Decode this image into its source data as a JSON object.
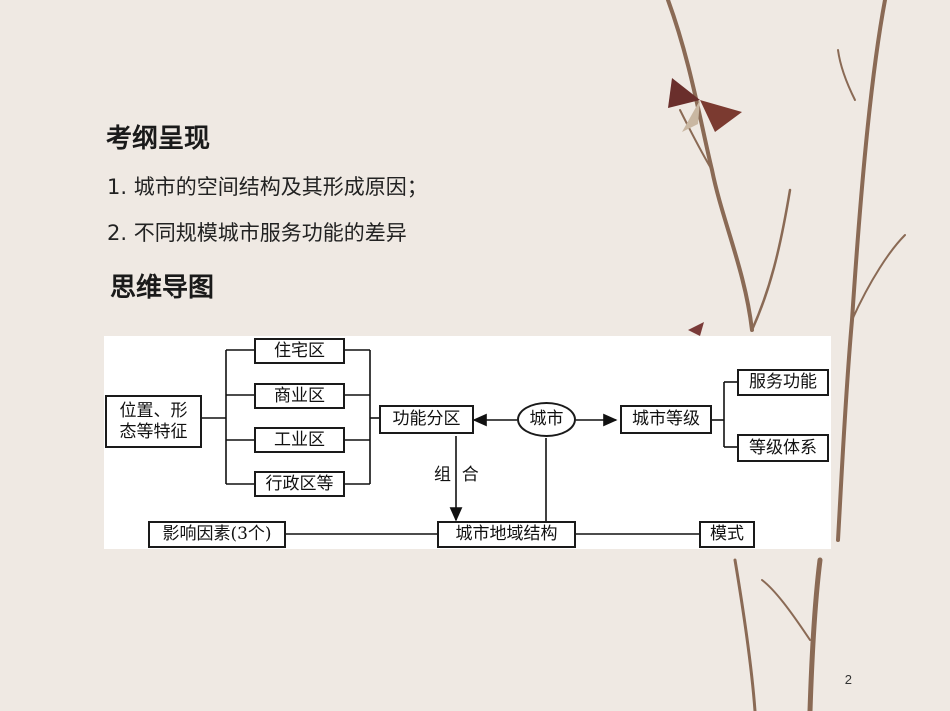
{
  "heading1": "考纲呈现",
  "points": [
    "1. 城市的空间结构及其形成原因；",
    "2. 不同规模城市服务功能的差异"
  ],
  "heading2": "思维导图",
  "diagram": {
    "left_box": "位置、形\n态等特征",
    "zones": [
      "住宅区",
      "商业区",
      "工业区",
      "行政区等"
    ],
    "function_zone": "功能分区",
    "city": "城市",
    "city_level": "城市等级",
    "service_function": "服务功能",
    "level_system": "等级体系",
    "combine": "组  合",
    "influence": "影响因素(3个)",
    "structure": "城市地域结构",
    "mode": "模式"
  },
  "page_number": "2"
}
